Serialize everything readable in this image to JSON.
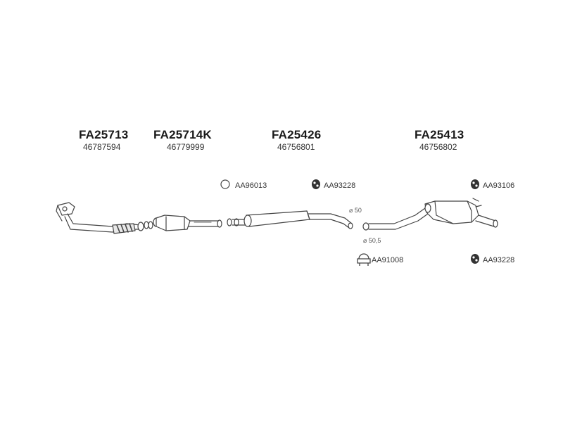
{
  "parts": [
    {
      "code": "FA25713",
      "oem": "46787594"
    },
    {
      "code": "FA25714K",
      "oem": "46779999"
    },
    {
      "code": "FA25426",
      "oem": "46756801"
    },
    {
      "code": "FA25413",
      "oem": "46756802"
    }
  ],
  "accessories": [
    {
      "code": "AA96013",
      "icon": "ring-gasket-icon"
    },
    {
      "code": "AA93228",
      "icon": "rubber-hanger-icon"
    },
    {
      "code": "AA93106",
      "icon": "rubber-hanger-icon"
    },
    {
      "code": "AA91008",
      "icon": "clamp-icon"
    },
    {
      "code": "AA93228",
      "icon": "rubber-hanger-icon"
    }
  ],
  "dimensions": {
    "pipe_a": "⌀ 50",
    "pipe_b": "⌀ 50,5"
  }
}
